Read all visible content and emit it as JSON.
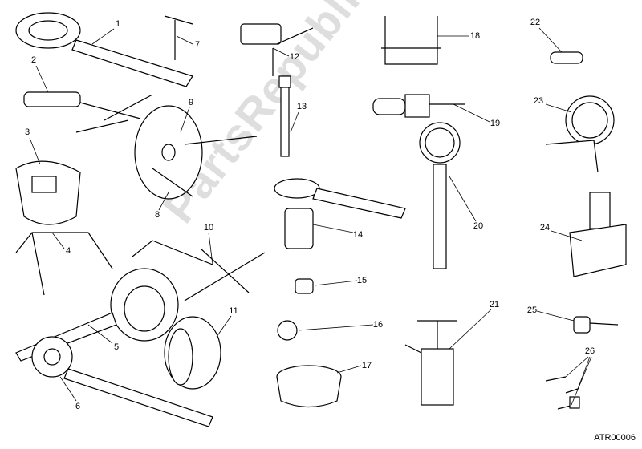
{
  "diagram": {
    "labels": [
      "1",
      "2",
      "3",
      "4",
      "5",
      "6",
      "7",
      "8",
      "9",
      "10",
      "11",
      "12",
      "13",
      "14",
      "15",
      "16",
      "17",
      "18",
      "19",
      "20",
      "21",
      "22",
      "23",
      "24",
      "25",
      "26"
    ],
    "code": "ATR00006",
    "watermark": "PartsRepublik"
  }
}
